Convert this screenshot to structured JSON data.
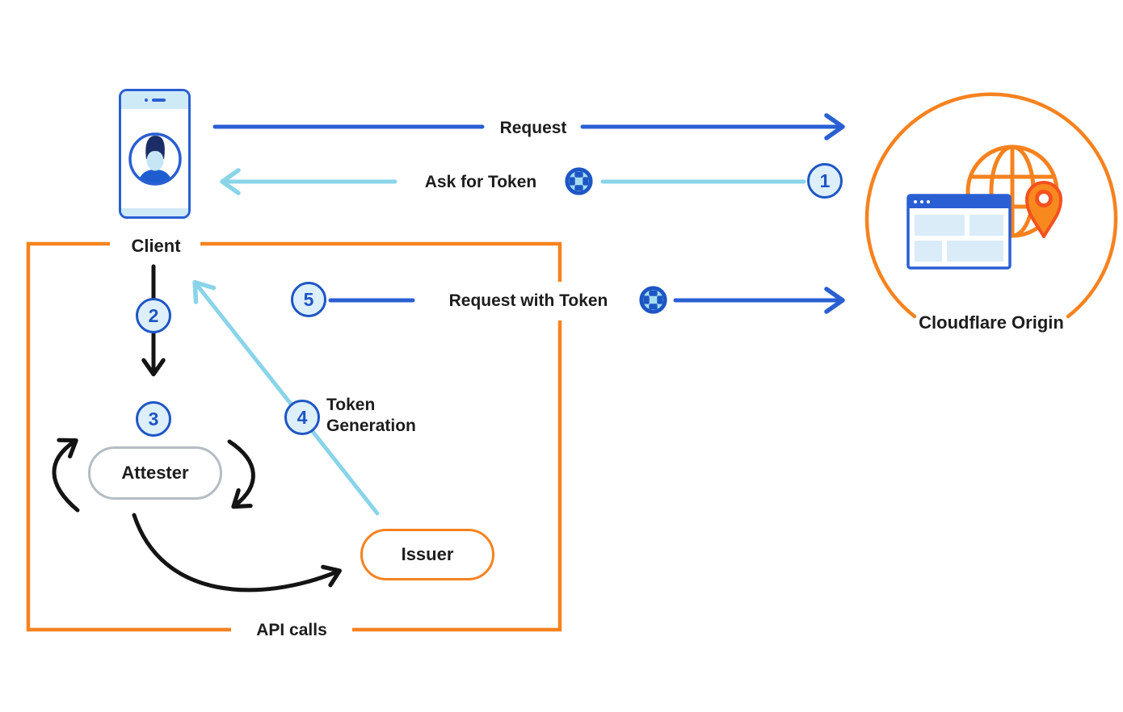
{
  "labels": {
    "client": "Client",
    "request": "Request",
    "ask_for_token": "Ask for Token",
    "request_with_token": "Request with Token",
    "token_generation": "Token Generation",
    "cloudflare_origin": "Cloudflare Origin",
    "attester": "Attester",
    "issuer": "Issuer",
    "api_calls": "API calls"
  },
  "steps": {
    "s1": "1",
    "s2": "2",
    "s3": "3",
    "s4": "4",
    "s5": "5"
  },
  "icons": {
    "client_device": "phone-icon",
    "client_user": "user-avatar-icon",
    "token": "token-icon",
    "origin_globe": "globe-icon",
    "origin_browser": "browser-window-icon",
    "origin_pin": "location-pin-icon"
  },
  "colors": {
    "blue": "#2a5fd3",
    "light_blue": "#8ad4ea",
    "orange": "#f6821f",
    "pin_outline": "#f4511f",
    "arrow_black": "#141414",
    "badge_border": "#1d56c4",
    "badge_fill": "#ddeffb",
    "gray_pill_border": "#b5bcc3",
    "light_fill": "#d9ecf8",
    "phone_strip": "#cfeaf7"
  }
}
